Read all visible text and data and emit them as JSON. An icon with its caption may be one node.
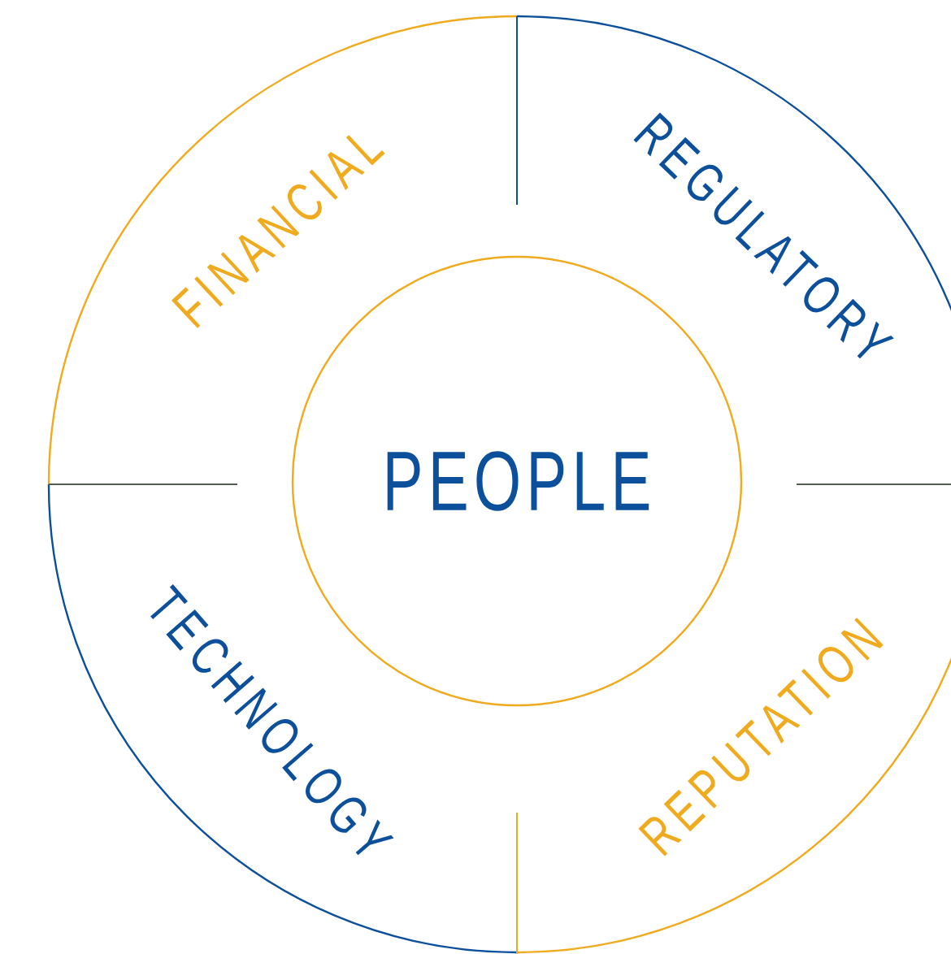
{
  "diagram": {
    "nodes": [
      {
        "text": [
          "PEOPLE"
        ]
      }
    ],
    "labels": [
      "FINANCIAL",
      "REGULATORY",
      "TECHNOLOGY",
      "REPUTATION"
    ]
  }
}
